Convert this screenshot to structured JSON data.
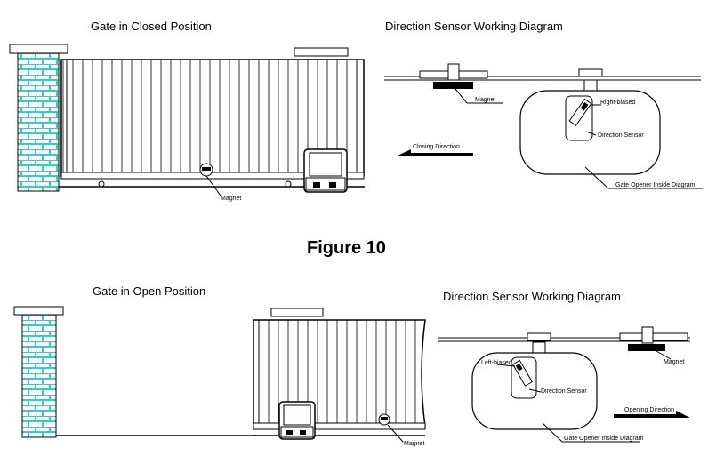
{
  "top": {
    "title_left": "Gate in Closed Position",
    "title_right": "Direction Sensor Working Diagram",
    "magnet_gate": "Magnet",
    "magnet_sensor": "Magnet",
    "bias": "Right-biased",
    "sensor": "Direction Sensor",
    "direction": "Closing Direction",
    "opener": "Gate Opener Inside Diagram"
  },
  "figure_label": "Figure 10",
  "bottom": {
    "title_left": "Gate in Open Position",
    "title_right": "Direction Sensor Working Diagram",
    "magnet_gate": "Magnet",
    "magnet_sensor": "Magnet",
    "bias": "Left-biased",
    "sensor": "Direction Sensor",
    "direction": "Opening Direction",
    "opener": "Gate Opener Inside Diagram"
  },
  "colors": {
    "brick": "#33cccc",
    "line": "#000000",
    "magnet": "#000000"
  }
}
